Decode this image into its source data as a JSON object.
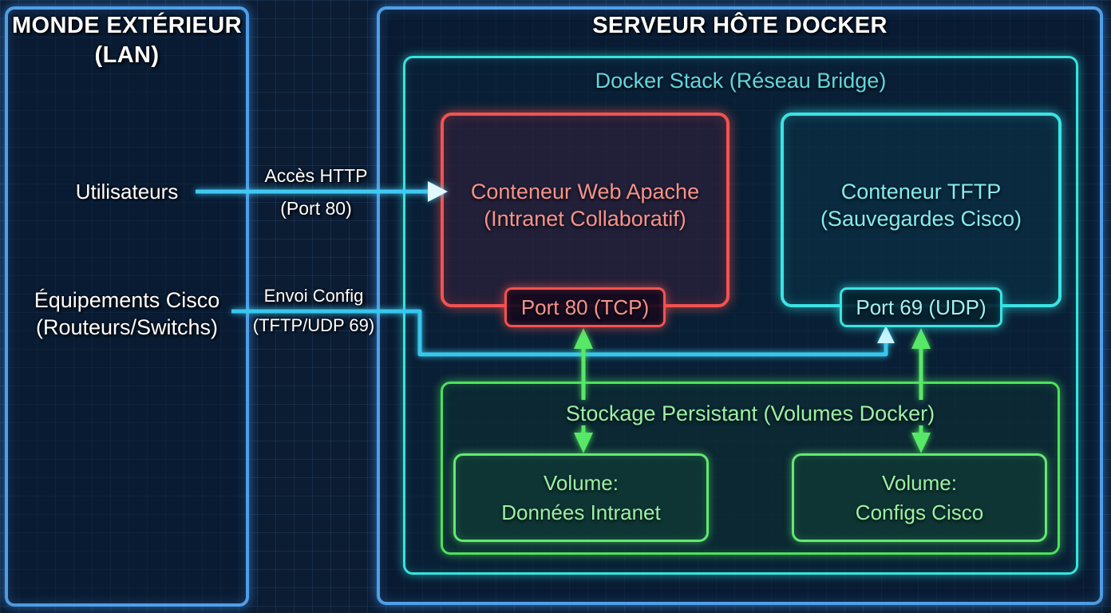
{
  "app": {
    "outside": {
      "title1": "MONDE EXTÉRIEUR",
      "title2": "(LAN)",
      "users": "Utilisateurs",
      "cisco1": "Équipements Cisco",
      "cisco2": "(Routeurs/Switchs)"
    },
    "host": {
      "title": "SERVEUR HÔTE DOCKER"
    },
    "stack": {
      "title": "Docker Stack (Réseau Bridge)"
    },
    "apache": {
      "name1": "Conteneur Web Apache",
      "name2": "(Intranet Collaboratif)",
      "port": "Port 80 (TCP)"
    },
    "tftp": {
      "name1": "Conteneur TFTP",
      "name2": "(Sauvegardes Cisco)",
      "port": "Port 69 (UDP)"
    },
    "storage": {
      "title": "Stockage Persistant (Volumes Docker)",
      "vol1a": "Volume:",
      "vol1b": "Données Intranet",
      "vol2a": "Volume:",
      "vol2b": "Configs Cisco"
    },
    "flows": {
      "http1": "Accès HTTP",
      "http2": "(Port 80)",
      "config1": "Envoi Config",
      "config2": "(TFTP/UDP 69)"
    },
    "colors": {
      "panel_border_blue": "#4f9fe6",
      "bridge_cyan": "#38e3dd",
      "apache_red": "#f25350",
      "storage_green": "#4ce25a",
      "apache_text": "#f5938b",
      "tftp_text": "#86ecec",
      "green_text": "#9cf0a4",
      "arrow_cyan": "#41c9f2",
      "arrow_green": "#58e868",
      "background_navy": "#0b1c33"
    }
  }
}
